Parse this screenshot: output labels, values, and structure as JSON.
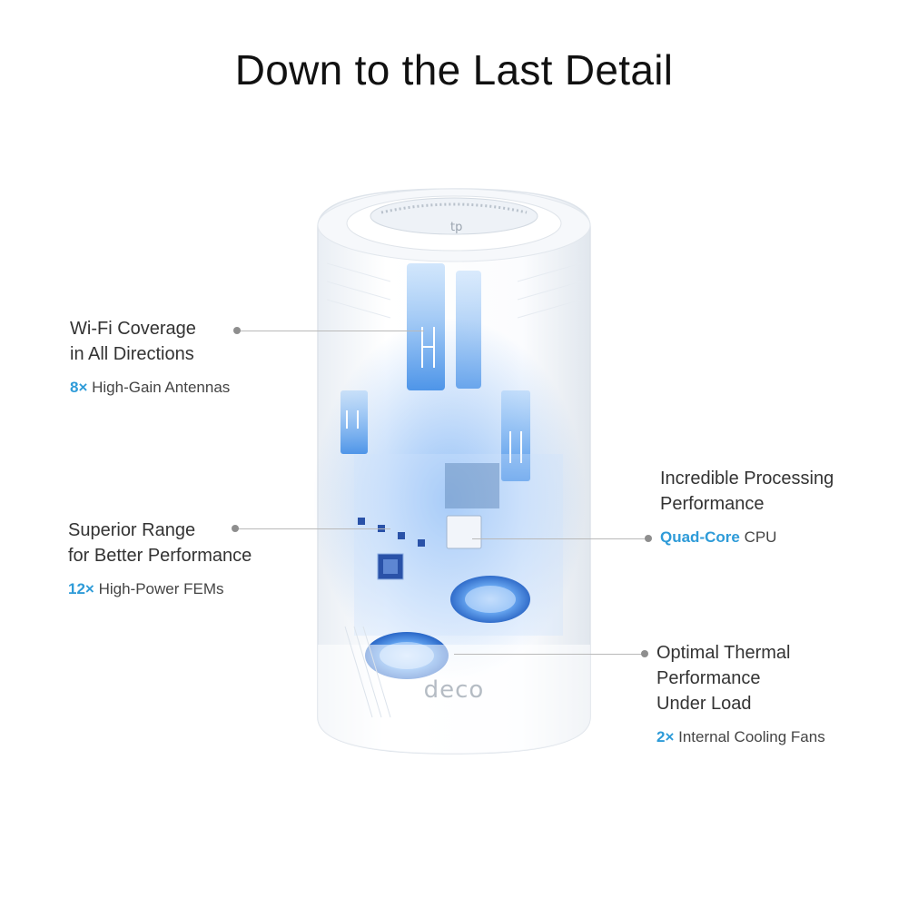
{
  "headline": "Down to the Last Detail",
  "accent_color": "#2e9bd8",
  "brand_logo_text": "deco",
  "callouts": {
    "coverage": {
      "title_line1": "Wi-Fi Coverage",
      "title_line2": "in All Directions",
      "count": "8×",
      "detail": " High-Gain Antennas"
    },
    "range": {
      "title_line1": "Superior Range",
      "title_line2": "for Better Performance",
      "count": "12×",
      "detail": " High-Power FEMs"
    },
    "processing": {
      "title_line1": "Incredible Processing",
      "title_line2": "Performance",
      "count": "Quad-Core",
      "detail": " CPU"
    },
    "thermal": {
      "title_line1": "Optimal Thermal",
      "title_line2": "Performance",
      "title_line3": "Under Load",
      "count": "2×",
      "detail": " Internal Cooling Fans"
    }
  }
}
